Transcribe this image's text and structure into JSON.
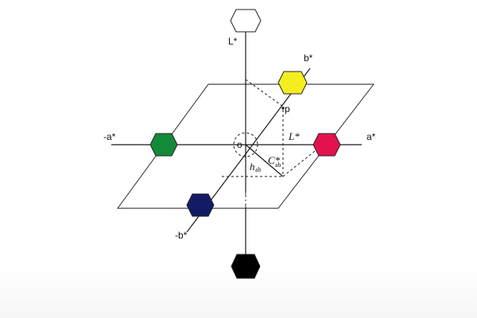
{
  "axes": {
    "l_axis_label": "L*",
    "a_pos_label": "a*",
    "a_neg_label": "-a*",
    "b_pos_label": "b*",
    "b_neg_label": "-b*"
  },
  "points": {
    "origin_label": "o",
    "point_label": "p"
  },
  "annotations": {
    "lightness_label": "L*",
    "chroma_label": "C*",
    "chroma_sub": "ab",
    "hue_label": "h",
    "hue_sub": "ab"
  },
  "hexagons": {
    "white_color": "#ffffff",
    "black_color": "#000000",
    "yellow_color": "#f5ee1f",
    "green_color": "#138a3a",
    "red_color": "#e3124e",
    "blue_color": "#141b66"
  }
}
